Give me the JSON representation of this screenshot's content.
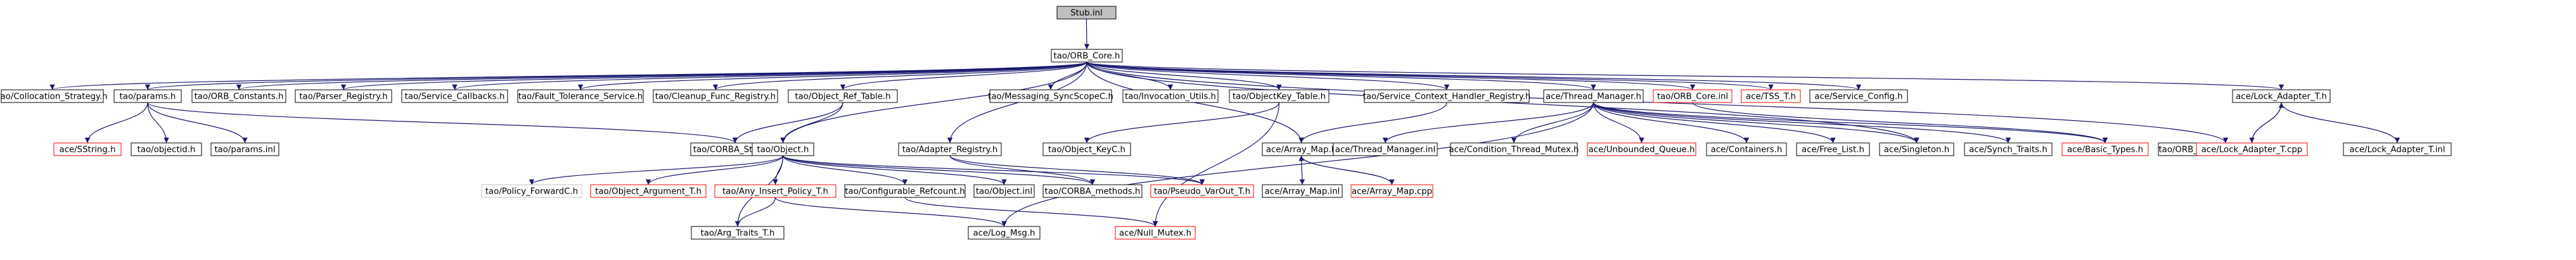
{
  "graph": {
    "colors": {
      "root_fill": "#bfbfbf",
      "node_border": "#000000",
      "missing_border": "#ff0000",
      "virtual_border": "#bfbfbf",
      "edge": "#191970",
      "text": "#000000",
      "background": "#ffffff"
    },
    "nodes": [
      {
        "id": "stub_inl",
        "label": "Stub.inl",
        "kind": "root"
      },
      {
        "id": "orb_core_h",
        "label": "tao/ORB_Core.h",
        "kind": "normal"
      },
      {
        "id": "collocation_strategy_h",
        "label": "tao/Collocation_Strategy.h",
        "kind": "normal"
      },
      {
        "id": "params_h",
        "label": "tao/params.h",
        "kind": "normal"
      },
      {
        "id": "orb_constants_h",
        "label": "tao/ORB_Constants.h",
        "kind": "normal"
      },
      {
        "id": "parser_registry_h",
        "label": "tao/Parser_Registry.h",
        "kind": "normal"
      },
      {
        "id": "service_callbacks_h",
        "label": "tao/Service_Callbacks.h",
        "kind": "normal"
      },
      {
        "id": "fault_tolerance_service_h",
        "label": "tao/Fault_Tolerance_Service.h",
        "kind": "normal"
      },
      {
        "id": "cleanup_func_registry_h",
        "label": "tao/Cleanup_Func_Registry.h",
        "kind": "normal"
      },
      {
        "id": "object_ref_table_h",
        "label": "tao/Object_Ref_Table.h",
        "kind": "normal"
      },
      {
        "id": "messaging_syncscopec_h",
        "label": "tao/Messaging_SyncScopeC.h",
        "kind": "normal"
      },
      {
        "id": "invocation_utils_h",
        "label": "tao/Invocation_Utils.h",
        "kind": "normal"
      },
      {
        "id": "objectkey_table_h",
        "label": "tao/ObjectKey_Table.h",
        "kind": "normal"
      },
      {
        "id": "service_context_handler_registry_h",
        "label": "tao/Service_Context_Handler_Registry.h",
        "kind": "normal"
      },
      {
        "id": "thread_manager_h",
        "label": "ace/Thread_Manager.h",
        "kind": "normal"
      },
      {
        "id": "orb_core_inl",
        "label": "tao/ORB_Core.inl",
        "kind": "missing"
      },
      {
        "id": "tss_t_h",
        "label": "ace/TSS_T.h",
        "kind": "missing"
      },
      {
        "id": "service_config_h",
        "label": "ace/Service_Config.h",
        "kind": "normal"
      },
      {
        "id": "lock_adapter_t_h",
        "label": "ace/Lock_Adapter_T.h",
        "kind": "normal"
      },
      {
        "id": "sstring_h",
        "label": "ace/SString.h",
        "kind": "missing"
      },
      {
        "id": "objectid_h",
        "label": "tao/objectid.h",
        "kind": "normal"
      },
      {
        "id": "params_inl",
        "label": "tao/params.inl",
        "kind": "normal"
      },
      {
        "id": "corba_string_h",
        "label": "tao/CORBA_String.h",
        "kind": "normal"
      },
      {
        "id": "object_h",
        "label": "tao/Object.h",
        "kind": "normal"
      },
      {
        "id": "adapter_registry_h",
        "label": "tao/Adapter_Registry.h",
        "kind": "normal"
      },
      {
        "id": "object_keyc_h",
        "label": "tao/Object_KeyC.h",
        "kind": "normal"
      },
      {
        "id": "array_map_h",
        "label": "ace/Array_Map.h",
        "kind": "normal"
      },
      {
        "id": "thread_manager_inl",
        "label": "ace/Thread_Manager.inl",
        "kind": "normal"
      },
      {
        "id": "condition_thread_mutex_h",
        "label": "ace/Condition_Thread_Mutex.h",
        "kind": "normal"
      },
      {
        "id": "unbounded_queue_h",
        "label": "ace/Unbounded_Queue.h",
        "kind": "missing"
      },
      {
        "id": "containers_h",
        "label": "ace/Containers.h",
        "kind": "normal"
      },
      {
        "id": "free_list_h",
        "label": "ace/Free_List.h",
        "kind": "normal"
      },
      {
        "id": "singleton_h",
        "label": "ace/Singleton.h",
        "kind": "normal"
      },
      {
        "id": "synch_traits_h",
        "label": "ace/Synch_Traits.h",
        "kind": "normal"
      },
      {
        "id": "basic_types_h",
        "label": "ace/Basic_Types.h",
        "kind": "missing"
      },
      {
        "id": "orb_core_tss_resources_h",
        "label": "tao/ORB_Core_TSS_Resources.h",
        "kind": "normal"
      },
      {
        "id": "lock_adapter_t_cpp",
        "label": "ace/Lock_Adapter_T.cpp",
        "kind": "missing"
      },
      {
        "id": "lock_adapter_t_inl",
        "label": "ace/Lock_Adapter_T.inl",
        "kind": "normal"
      },
      {
        "id": "policy_forwardc_h",
        "label": "tao/Policy_ForwardC.h",
        "kind": "virtual"
      },
      {
        "id": "object_argument_t_h",
        "label": "tao/Object_Argument_T.h",
        "kind": "missing"
      },
      {
        "id": "any_insert_policy_t_h",
        "label": "tao/Any_Insert_Policy_T.h",
        "kind": "missing"
      },
      {
        "id": "configurable_refcount_h",
        "label": "tao/Configurable_Refcount.h",
        "kind": "normal"
      },
      {
        "id": "object_inl",
        "label": "tao/Object.inl",
        "kind": "normal"
      },
      {
        "id": "corba_methods_h",
        "label": "tao/CORBA_methods.h",
        "kind": "normal"
      },
      {
        "id": "pseudo_varout_t_h",
        "label": "tao/Pseudo_VarOut_T.h",
        "kind": "missing"
      },
      {
        "id": "array_map_inl",
        "label": "ace/Array_Map.inl",
        "kind": "normal"
      },
      {
        "id": "array_map_cpp",
        "label": "ace/Array_Map.cpp",
        "kind": "missing"
      },
      {
        "id": "arg_traits_t_h",
        "label": "tao/Arg_Traits_T.h",
        "kind": "normal"
      },
      {
        "id": "log_msg_h",
        "label": "ace/Log_Msg.h",
        "kind": "normal"
      },
      {
        "id": "null_mutex_h",
        "label": "ace/Null_Mutex.h",
        "kind": "missing"
      }
    ],
    "edges": [
      [
        "stub_inl",
        "orb_core_h"
      ],
      [
        "orb_core_h",
        "collocation_strategy_h"
      ],
      [
        "orb_core_h",
        "params_h"
      ],
      [
        "orb_core_h",
        "orb_constants_h"
      ],
      [
        "orb_core_h",
        "parser_registry_h"
      ],
      [
        "orb_core_h",
        "service_callbacks_h"
      ],
      [
        "orb_core_h",
        "fault_tolerance_service_h"
      ],
      [
        "orb_core_h",
        "cleanup_func_registry_h"
      ],
      [
        "orb_core_h",
        "object_ref_table_h"
      ],
      [
        "orb_core_h",
        "messaging_syncscopec_h"
      ],
      [
        "orb_core_h",
        "invocation_utils_h"
      ],
      [
        "orb_core_h",
        "objectkey_table_h"
      ],
      [
        "orb_core_h",
        "service_context_handler_registry_h"
      ],
      [
        "orb_core_h",
        "thread_manager_h"
      ],
      [
        "orb_core_h",
        "orb_core_inl"
      ],
      [
        "orb_core_h",
        "tss_t_h"
      ],
      [
        "orb_core_h",
        "service_config_h"
      ],
      [
        "orb_core_h",
        "lock_adapter_t_h"
      ],
      [
        "orb_core_h",
        "object_h"
      ],
      [
        "orb_core_h",
        "adapter_registry_h"
      ],
      [
        "orb_core_h",
        "array_map_h"
      ],
      [
        "orb_core_h",
        "singleton_h"
      ],
      [
        "orb_core_h",
        "orb_core_tss_resources_h"
      ],
      [
        "params_h",
        "sstring_h"
      ],
      [
        "params_h",
        "objectid_h"
      ],
      [
        "params_h",
        "params_inl"
      ],
      [
        "params_h",
        "corba_string_h"
      ],
      [
        "object_ref_table_h",
        "corba_string_h"
      ],
      [
        "object_ref_table_h",
        "object_h"
      ],
      [
        "objectkey_table_h",
        "object_keyc_h"
      ],
      [
        "objectkey_table_h",
        "null_mutex_h"
      ],
      [
        "service_context_handler_registry_h",
        "array_map_h"
      ],
      [
        "thread_manager_h",
        "thread_manager_inl"
      ],
      [
        "thread_manager_h",
        "condition_thread_mutex_h"
      ],
      [
        "thread_manager_h",
        "unbounded_queue_h"
      ],
      [
        "thread_manager_h",
        "containers_h"
      ],
      [
        "thread_manager_h",
        "free_list_h"
      ],
      [
        "thread_manager_h",
        "singleton_h"
      ],
      [
        "thread_manager_h",
        "synch_traits_h"
      ],
      [
        "thread_manager_h",
        "basic_types_h"
      ],
      [
        "thread_manager_h",
        "log_msg_h"
      ],
      [
        "orb_core_inl",
        "basic_types_h"
      ],
      [
        "lock_adapter_t_h",
        "lock_adapter_t_cpp"
      ],
      [
        "lock_adapter_t_h",
        "lock_adapter_t_inl"
      ],
      [
        "lock_adapter_t_cpp",
        "lock_adapter_t_h"
      ],
      [
        "object_h",
        "policy_forwardc_h"
      ],
      [
        "object_h",
        "object_argument_t_h"
      ],
      [
        "object_h",
        "any_insert_policy_t_h"
      ],
      [
        "object_h",
        "configurable_refcount_h"
      ],
      [
        "object_h",
        "object_inl"
      ],
      [
        "object_h",
        "corba_methods_h"
      ],
      [
        "object_h",
        "pseudo_varout_t_h"
      ],
      [
        "object_h",
        "arg_traits_t_h"
      ],
      [
        "adapter_registry_h",
        "corba_methods_h"
      ],
      [
        "adapter_registry_h",
        "pseudo_varout_t_h"
      ],
      [
        "array_map_h",
        "array_map_inl"
      ],
      [
        "array_map_h",
        "array_map_cpp"
      ],
      [
        "array_map_cpp",
        "array_map_h"
      ],
      [
        "any_insert_policy_t_h",
        "arg_traits_t_h"
      ],
      [
        "any_insert_policy_t_h",
        "log_msg_h"
      ],
      [
        "configurable_refcount_h",
        "null_mutex_h"
      ]
    ]
  }
}
